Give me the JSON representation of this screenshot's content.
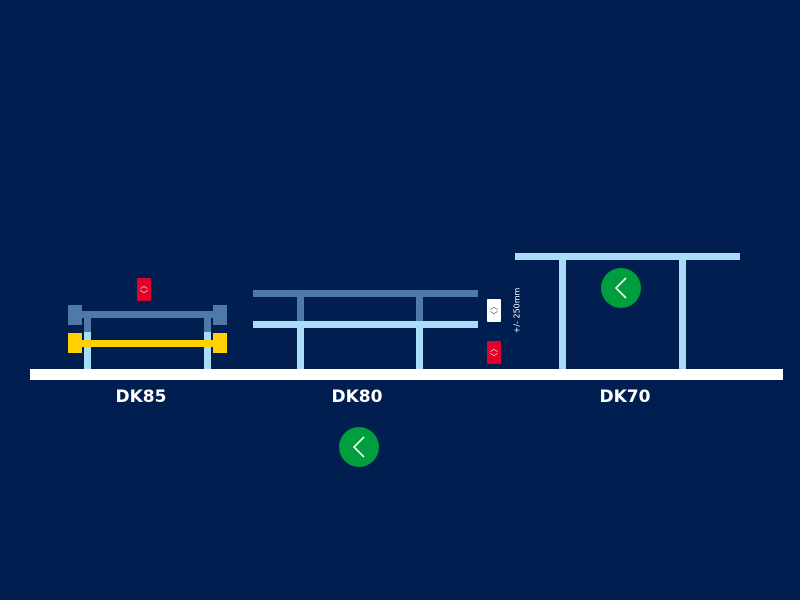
{
  "labels": {
    "dk85": "DK85",
    "dk80": "DK80",
    "dk70": "DK70"
  },
  "tolerance_text": "+/- 250mm",
  "icons": {
    "up": "chevron-up-icon",
    "down": "chevron-down-icon",
    "back": "chevron-left-icon"
  },
  "colors": {
    "background": "#001e50",
    "red": "#e0002a",
    "green": "#009e3c",
    "yellow": "#ffd100",
    "pale": "#a9dcf6",
    "gray": "#4f79a6"
  }
}
